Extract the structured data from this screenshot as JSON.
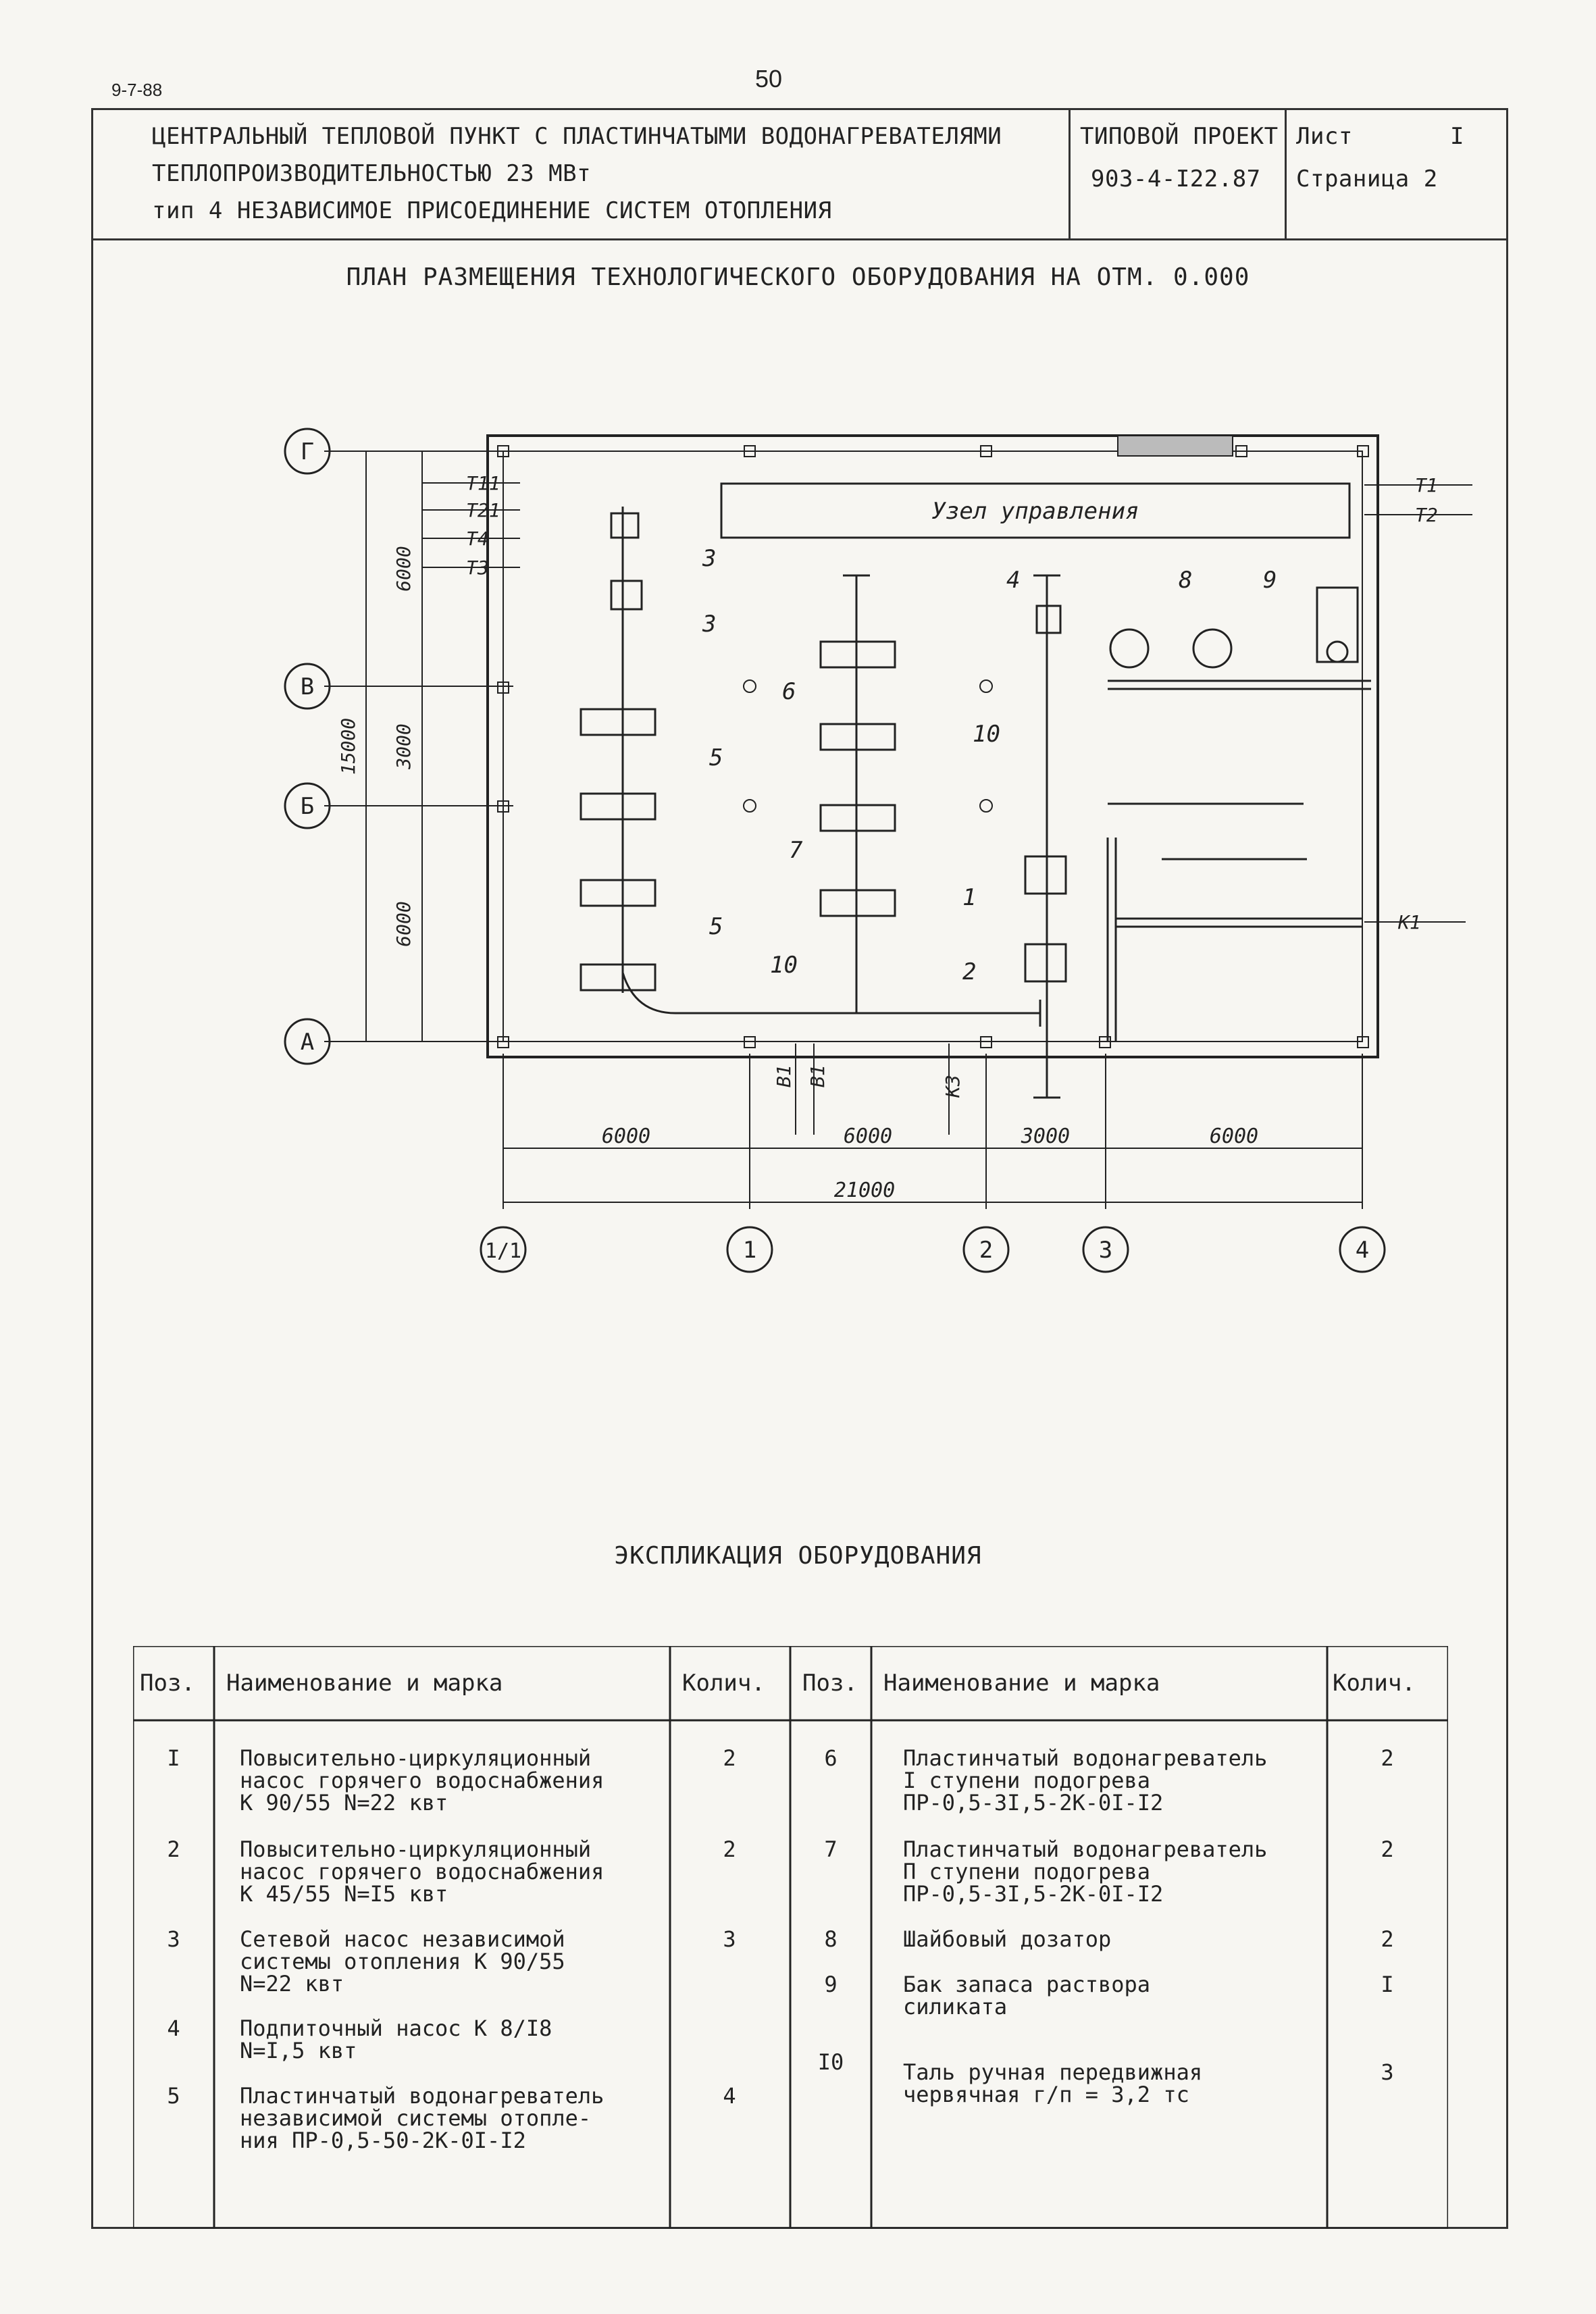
{
  "sheet": {
    "code": "9-7-88",
    "page_number": "50"
  },
  "title_block": {
    "title_line1": "ЦЕНТРАЛЬНЫЙ ТЕПЛОВОЙ ПУНКТ С ПЛАСТИНЧАТЫМИ ВОДОНАГРЕВАТЕЛЯМИ",
    "title_line2": "ТЕПЛОПРОИЗВОДИТЕЛЬНОСТЬЮ 23 МВт",
    "title_line3": "тип 4  НЕЗАВИСИМОЕ ПРИСОЕДИНЕНИЕ СИСТЕМ ОТОПЛЕНИЯ",
    "project_label": "ТИПОВОЙ ПРОЕКТ",
    "project_code": "903-4-I22.87",
    "sheet_label": "Лист",
    "sheet_value": "I",
    "page_label": "Страница 2"
  },
  "plan": {
    "title": "ПЛАН РАЗМЕЩЕНИЯ ТЕХНОЛОГИЧЕСКОГО ОБОРУДОВАНИЯ НА ОТМ. 0.000",
    "control_unit": "Узел управления",
    "axes_rows": [
      "Г",
      "В",
      "Б",
      "А"
    ],
    "axes_cols": [
      "1/1",
      "1",
      "2",
      "3",
      "4"
    ],
    "dims_vertical": [
      "6000",
      "3000",
      "6000",
      "15000"
    ],
    "dims_horizontal": [
      "6000",
      "6000",
      "3000",
      "6000",
      "21000"
    ],
    "pipes_left": [
      "T11",
      "T21",
      "T4",
      "T3"
    ],
    "pipes_right": [
      "T1",
      "T2"
    ],
    "pipe_sewer": "K1",
    "pipes_bottom": [
      "B1",
      "B1",
      "K3"
    ],
    "callouts": [
      "3",
      "3",
      "4",
      "6",
      "8",
      "9",
      "10",
      "5",
      "5",
      "7",
      "1",
      "2",
      "10"
    ]
  },
  "explication": {
    "title": "ЭКСПЛИКАЦИЯ ОБОРУДОВАНИЯ",
    "headers": {
      "pos": "Поз.",
      "name": "Наименование и марка",
      "qty": "Колич."
    },
    "left": [
      {
        "pos": "I",
        "name": "Повысительно-циркуляционный\nнасос горячего водоснабжения\nК 90/55  N=22 квт",
        "qty": "2"
      },
      {
        "pos": "2",
        "name": "Повысительно-циркуляционный\nнасос горячего водоснабжения\nК 45/55  N=I5 квт",
        "qty": "2"
      },
      {
        "pos": "3",
        "name": "Сетевой насос независимой\nсистемы отопления К 90/55\nN=22 квт",
        "qty": "3"
      },
      {
        "pos": "4",
        "name": "Подпиточный насос К 8/I8\nN=I,5 квт",
        "qty": ""
      },
      {
        "pos": "5",
        "name": "Пластинчатый водонагреватель\nнезависимой системы отопле-\nния ПР-0,5-50-2К-0I-I2",
        "qty": "4"
      }
    ],
    "right": [
      {
        "pos": "6",
        "name": "Пластинчатый водонагреватель\nI ступени подогрева\nПР-0,5-3I,5-2К-0I-I2",
        "qty": "2"
      },
      {
        "pos": "7",
        "name": "Пластинчатый водонагреватель\nП ступени подогрева\nПР-0,5-3I,5-2К-0I-I2",
        "qty": "2"
      },
      {
        "pos": "8",
        "name": "Шайбовый дозатор",
        "qty": "2"
      },
      {
        "pos": "9",
        "name": "Бак запаса раствора\nсиликата",
        "qty": "I"
      },
      {
        "pos": "I0",
        "name": "Таль ручная передвижная\nчервячная г/п = 3,2 тс",
        "qty": "3"
      }
    ]
  }
}
